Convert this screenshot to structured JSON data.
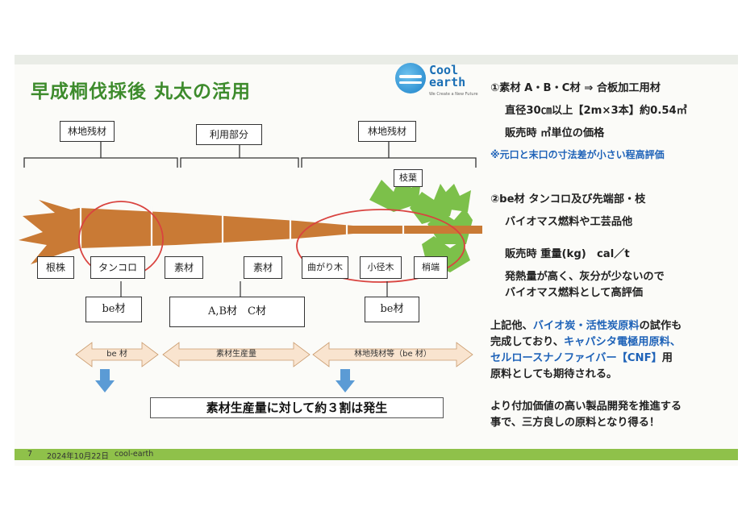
{
  "title": "早成桐伐採後 丸太の活用",
  "logo": {
    "line1": "Cool",
    "line2": "earth",
    "tagline": "We Create a New Future"
  },
  "diagram": {
    "top_labels": [
      "林地残材",
      "利用部分",
      "林地残材"
    ],
    "leaf_label": "枝葉",
    "parts": [
      "根株",
      "タンコロ",
      "素材",
      "素材",
      "曲がり木",
      "小径木",
      "梢端"
    ],
    "material_labels": [
      "be材",
      "A,B材　C材",
      "be材"
    ],
    "arrow_labels": [
      "be 材",
      "素材生産量",
      "林地残材等（be 材）"
    ],
    "conclusion": "素材生産量に対して約３割は発生"
  },
  "right_panel": {
    "s1_l1": "①素材 A・B・C材 ⇒ 合板加工用材",
    "s1_l2": "直径30㎝以上【2m×3本】約0.54㎥",
    "s1_l3": "販売時 ㎥単位の価格",
    "s1_note": "※元口と末口の寸法差が小さい程高評価",
    "s2_l1": "②be材 タンコロ及び先端部・枝",
    "s2_l2": "バイオマス燃料や工芸品他",
    "s2_l3": "販売時 重量(kg)　cal／t",
    "s2_l4": "発熱量が高く、灰分が少ないので",
    "s2_l5": "バイオマス燃料として高評価",
    "p3_a": "上記他、",
    "p3_b": "バイオ炭・活性炭原料",
    "p3_c": "の試作も",
    "p3_d": "完成しており、",
    "p3_e": "キャパシタ電極用原料、",
    "p3_f": "セルロースナノファイバー【CNF】",
    "p3_g": "用",
    "p3_h": "原料としても期待される。",
    "p4_l1": "より付加価値の高い製品開発を推進する",
    "p4_l2": "事で、三方良しの原料となり得る！"
  },
  "footer": {
    "page": "7",
    "date": "2024年10月22日",
    "name": "cool-earth"
  },
  "colors": {
    "title": "#3d8b2c",
    "accent_blue": "#1f63b8",
    "log": "#c97a35",
    "circle": "#d9433f",
    "footer": "#8fc14a",
    "leaves": "#7cc04a",
    "arrow_fill": "#f9e4cf",
    "down_arrow": "#5b9bd5"
  }
}
